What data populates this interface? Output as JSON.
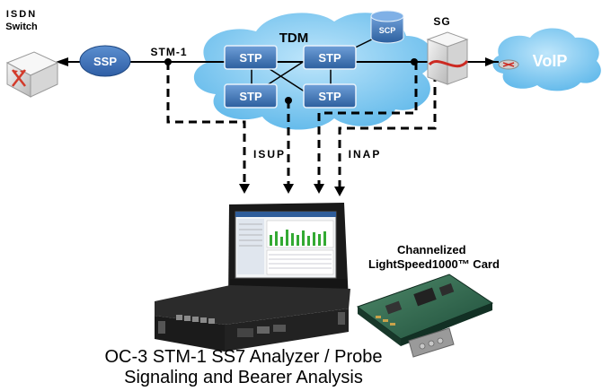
{
  "nodes": {
    "isdn_switch": "ISDN\nSwitch",
    "ssp": "SSP",
    "stm1": "STM-1",
    "tdm": "TDM",
    "scp": "SCP",
    "stp1": "STP",
    "stp2": "STP",
    "stp3": "STP",
    "stp4": "STP",
    "sg": "SG",
    "voip": "VoIP"
  },
  "links": {
    "isup": "ISUP",
    "inap": "INAP"
  },
  "card": {
    "line1": "Channelized",
    "line2": "LightSpeed1000™ Card"
  },
  "caption": {
    "line1": "OC-3 STM-1 SS7 Analyzer / Probe",
    "line2": "Signaling and Bearer Analysis"
  }
}
